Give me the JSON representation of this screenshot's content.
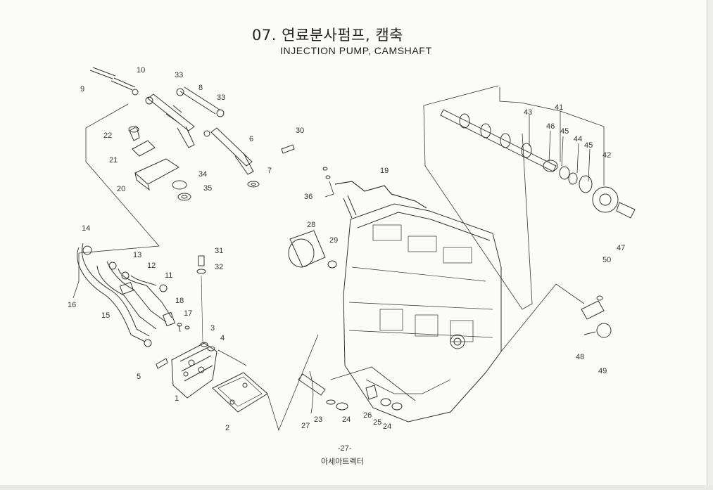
{
  "header": {
    "title_korean": "07. 연료분사펌프, 캠축",
    "title_english": "INJECTION PUMP, CAMSHAFT"
  },
  "footer": {
    "page_number": "-27-",
    "publisher": "아세아트렉터"
  },
  "callouts": [
    "1",
    "2",
    "3",
    "4",
    "5",
    "6",
    "7",
    "8",
    "9",
    "10",
    "11",
    "12",
    "13",
    "14",
    "15",
    "16",
    "17",
    "18",
    "19",
    "20",
    "21",
    "22",
    "23",
    "24",
    "24",
    "25",
    "26",
    "27",
    "28",
    "29",
    "30",
    "31",
    "32",
    "33",
    "33",
    "34",
    "35",
    "36",
    "41",
    "42",
    "43",
    "44",
    "45",
    "45",
    "46",
    "47",
    "48",
    "49",
    "50"
  ]
}
